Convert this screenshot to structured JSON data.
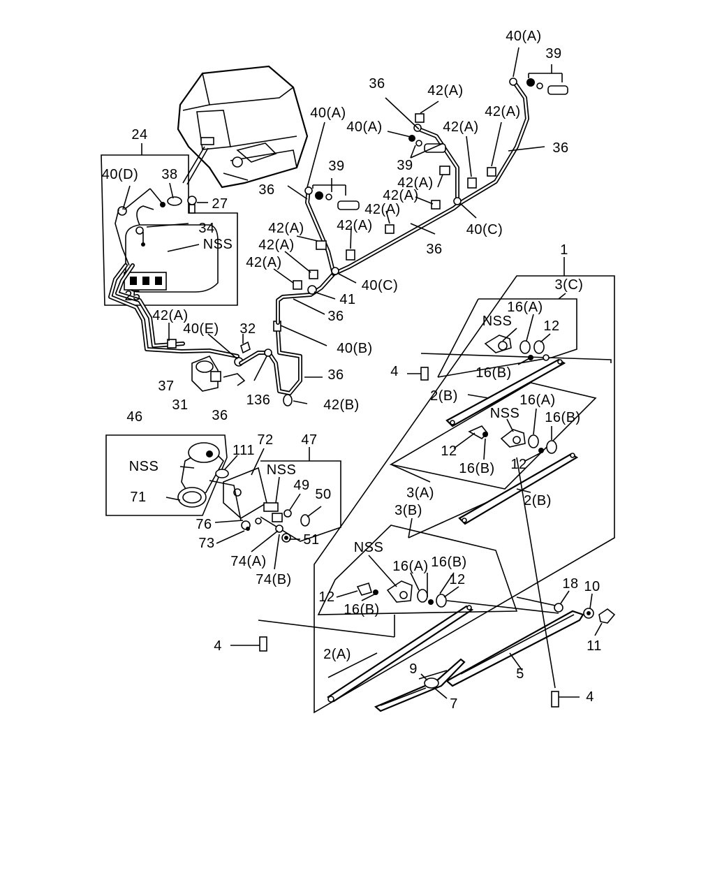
{
  "callouts": [
    {
      "id": "c1",
      "text": "40(A)"
    },
    {
      "id": "c2",
      "text": "39"
    },
    {
      "id": "c3",
      "text": "36"
    },
    {
      "id": "c4",
      "text": "42(A)"
    },
    {
      "id": "c5",
      "text": "42(A)"
    },
    {
      "id": "c6",
      "text": "40(A)"
    },
    {
      "id": "c7",
      "text": "40(A)"
    },
    {
      "id": "c8",
      "text": "42(A)"
    },
    {
      "id": "c9",
      "text": "36"
    },
    {
      "id": "c10",
      "text": "39"
    },
    {
      "id": "c11",
      "text": "39"
    },
    {
      "id": "c12",
      "text": "42(A)"
    },
    {
      "id": "c13",
      "text": "42(A)"
    },
    {
      "id": "c14",
      "text": "42(A)"
    },
    {
      "id": "c15",
      "text": "42(A)"
    },
    {
      "id": "c16",
      "text": "40(C)"
    },
    {
      "id": "c17",
      "text": "36"
    },
    {
      "id": "c18",
      "text": "36"
    },
    {
      "id": "c19",
      "text": "24"
    },
    {
      "id": "c20",
      "text": "40(D)"
    },
    {
      "id": "c21",
      "text": "38"
    },
    {
      "id": "c22",
      "text": "27"
    },
    {
      "id": "c23",
      "text": "34"
    },
    {
      "id": "c24",
      "text": "NSS"
    },
    {
      "id": "c25",
      "text": "25"
    },
    {
      "id": "c26",
      "text": "42(A)"
    },
    {
      "id": "c27",
      "text": "42(A)"
    },
    {
      "id": "c28",
      "text": "42(A)"
    },
    {
      "id": "c29",
      "text": "40(C)"
    },
    {
      "id": "c30",
      "text": "41"
    },
    {
      "id": "c31",
      "text": "36"
    },
    {
      "id": "c32",
      "text": "40(B)"
    },
    {
      "id": "c33",
      "text": "42(A)"
    },
    {
      "id": "c34",
      "text": "40(E)"
    },
    {
      "id": "c35",
      "text": "32"
    },
    {
      "id": "c36",
      "text": "37"
    },
    {
      "id": "c37",
      "text": "31"
    },
    {
      "id": "c38",
      "text": "36"
    },
    {
      "id": "c39",
      "text": "136"
    },
    {
      "id": "c40",
      "text": "36"
    },
    {
      "id": "c41",
      "text": "42(B)"
    },
    {
      "id": "c42",
      "text": "1"
    },
    {
      "id": "c43",
      "text": "3(C)"
    },
    {
      "id": "c44",
      "text": "16(A)"
    },
    {
      "id": "c45",
      "text": "NSS"
    },
    {
      "id": "c46",
      "text": "12"
    },
    {
      "id": "c47",
      "text": "16(B)"
    },
    {
      "id": "c48",
      "text": "4"
    },
    {
      "id": "c49",
      "text": "2(B)"
    },
    {
      "id": "c50",
      "text": "16(A)"
    },
    {
      "id": "c51",
      "text": "NSS"
    },
    {
      "id": "c52",
      "text": "16(B)"
    },
    {
      "id": "c53",
      "text": "12"
    },
    {
      "id": "c54",
      "text": "16(B)"
    },
    {
      "id": "c55",
      "text": "12"
    },
    {
      "id": "c56",
      "text": "3(A)"
    },
    {
      "id": "c57",
      "text": "2(B)"
    },
    {
      "id": "c58",
      "text": "3(B)"
    },
    {
      "id": "c59",
      "text": "46"
    },
    {
      "id": "c60",
      "text": "72"
    },
    {
      "id": "c61",
      "text": "47"
    },
    {
      "id": "c62",
      "text": "111"
    },
    {
      "id": "c63",
      "text": "NSS"
    },
    {
      "id": "c64",
      "text": "NSS"
    },
    {
      "id": "c65",
      "text": "49"
    },
    {
      "id": "c66",
      "text": "50"
    },
    {
      "id": "c67",
      "text": "71"
    },
    {
      "id": "c68",
      "text": "76"
    },
    {
      "id": "c69",
      "text": "73"
    },
    {
      "id": "c70",
      "text": "51"
    },
    {
      "id": "c71",
      "text": "74(A)"
    },
    {
      "id": "c72",
      "text": "74(B)"
    },
    {
      "id": "c73",
      "text": "NSS"
    },
    {
      "id": "c74",
      "text": "16(A)"
    },
    {
      "id": "c75",
      "text": "16(B)"
    },
    {
      "id": "c76",
      "text": "12"
    },
    {
      "id": "c77",
      "text": "12"
    },
    {
      "id": "c78",
      "text": "16(B)"
    },
    {
      "id": "c79",
      "text": "18"
    },
    {
      "id": "c80",
      "text": "10"
    },
    {
      "id": "c81",
      "text": "11"
    },
    {
      "id": "c82",
      "text": "4"
    },
    {
      "id": "c83",
      "text": "2(A)"
    },
    {
      "id": "c84",
      "text": "9"
    },
    {
      "id": "c85",
      "text": "5"
    },
    {
      "id": "c86",
      "text": "7"
    },
    {
      "id": "c87",
      "text": "4"
    }
  ]
}
